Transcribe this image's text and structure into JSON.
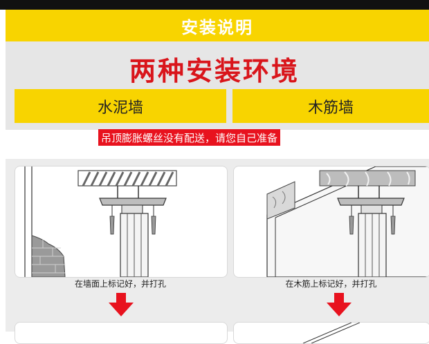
{
  "banner": {
    "title": "安装说明"
  },
  "headline": "两种安装环境",
  "tabs": [
    {
      "label": "水泥墙"
    },
    {
      "label": "木筋墙"
    }
  ],
  "notice": "吊顶膨胀螺丝没有配送，请您自己准备",
  "steps": [
    {
      "caption": "在墙面上标记好，并打孔"
    },
    {
      "caption": "在木筋上标记好，并打孔"
    }
  ],
  "colors": {
    "accent_yellow": "#f8d400",
    "accent_red": "#e8121e",
    "headline_red": "#d9151b"
  }
}
